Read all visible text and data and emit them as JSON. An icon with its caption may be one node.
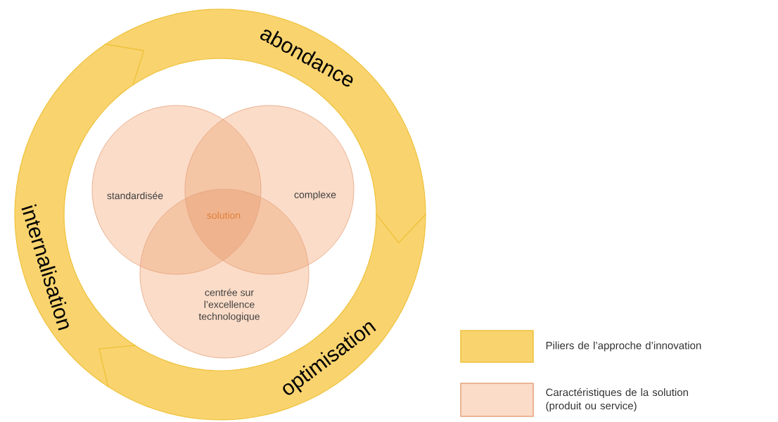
{
  "diagram": {
    "nodes": [
      {
        "text": [
          "abondance"
        ]
      },
      {
        "text": [
          "internalisation"
        ]
      },
      {
        "text": [
          "standardisée"
        ]
      },
      {
        "text": [
          "complexe"
        ]
      },
      {
        "text": [
          "centrée sur l’excellence technologique"
        ]
      },
      {
        "text": [
          "optimisation"
        ]
      }
    ],
    "labels": [
      "solution"
    ],
    "legend": [
      {
        "text": "Piliers de l’approche d’innovation",
        "color": "#f9d36e"
      },
      {
        "text": "Caractéristiques de la solution (produit ou service)",
        "color": "#fbdcc8"
      }
    ]
  }
}
